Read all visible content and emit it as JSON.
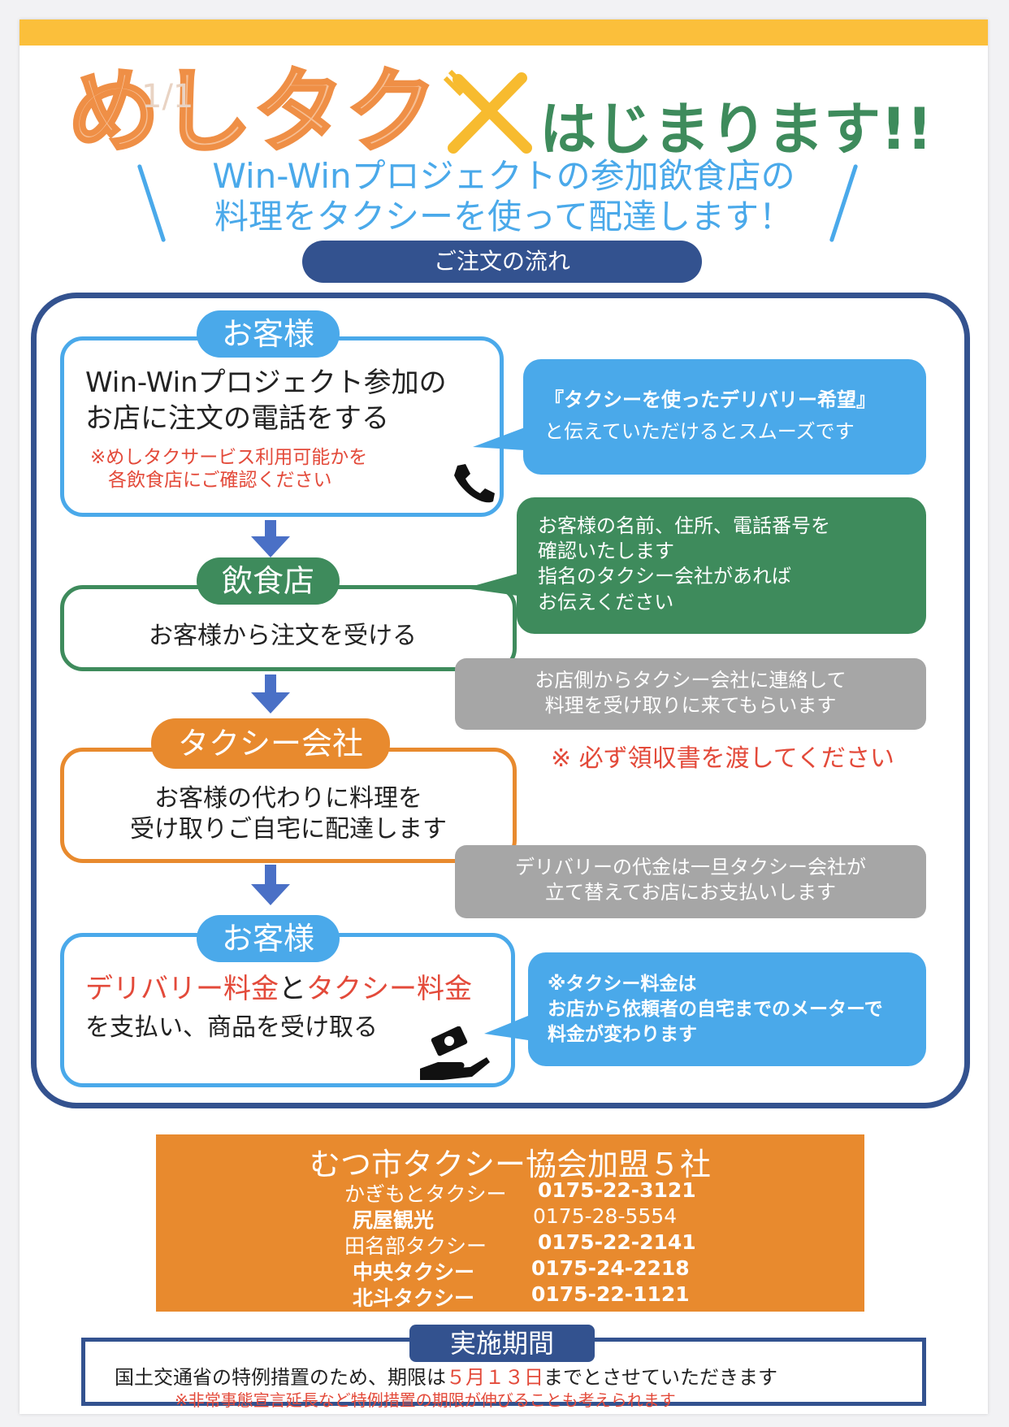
{
  "header": {
    "title_main": "めしタク",
    "page_marker": "1/1",
    "title_sub": "はじまります!!",
    "lead_line1": "Win-Winプロジェクトの参加飲食店の",
    "lead_line2": "料理をタクシーを使って配達します！"
  },
  "flow": {
    "label": "ご注文の流れ",
    "step1": {
      "pill": "お客様",
      "line1": "Win-Winプロジェクト参加の",
      "line2": "お店に注文の電話をする",
      "note1": "※めしタクサービス利用可能かを",
      "note2": "各飲食店にご確認ください",
      "bubble1": "『タクシーを使ったデリバリー希望』",
      "bubble2": "と伝えていただけるとスムーズです"
    },
    "step2": {
      "pill": "飲食店",
      "line1": "お客様から注文を受ける",
      "bubble1": "お客様の名前、住所、電話番号を",
      "bubble2": "確認いたします",
      "bubble3": "指名のタクシー会社があれば",
      "bubble4": "お伝えください",
      "gray1": "お店側からタクシー会社に連絡して",
      "gray2": "料理を受け取りに来てもらいます",
      "receipt_note": "※ 必ず領収書を渡してください"
    },
    "step3": {
      "pill": "タクシー会社",
      "line1": "お客様の代わりに料理を",
      "line2": "受け取りご自宅に配達します",
      "gray1": "デリバリーの代金は一旦タクシー会社が",
      "gray2": "立て替えてお店にお支払いします"
    },
    "step4": {
      "pill": "お客様",
      "red1": "デリバリー料金",
      "and": "と",
      "red2": "タクシー料金",
      "line2": "を支払い、商品を受け取る",
      "bubble1": "※タクシー料金は",
      "bubble2": "お店から依頼者の自宅までのメーターで",
      "bubble3": "料金が変わります"
    }
  },
  "association": {
    "title": "むつ市タクシー協会加盟５社",
    "companies": [
      {
        "name": "かぎもとタクシー",
        "phone": "0175-22-3121"
      },
      {
        "name": "尻屋観光",
        "phone": "0175-28-5554"
      },
      {
        "name": "田名部タクシー",
        "phone": "0175-22-2141"
      },
      {
        "name": "中央タクシー",
        "phone": "0175-24-2218"
      },
      {
        "name": "北斗タクシー",
        "phone": "0175-22-1121"
      }
    ]
  },
  "period": {
    "label": "実施期間",
    "line1_a": "国土交通省の特例措置のため、期限は",
    "line1_date": "５月１３日",
    "line1_b": "までとさせていただきます",
    "line2": "※非常事態宣言延長など特例措置の期限が伸びることも考えられます"
  },
  "colors": {
    "top_bar": "#fbbf3b",
    "navy": "#33528f",
    "blue": "#4aa9ea",
    "green": "#3e8b5c",
    "orange": "#e88a2e",
    "gray": "#a6a6a6",
    "red": "#e34a3a"
  },
  "icons": [
    "fork-knife-icon",
    "phone-icon",
    "money-hand-icon"
  ]
}
